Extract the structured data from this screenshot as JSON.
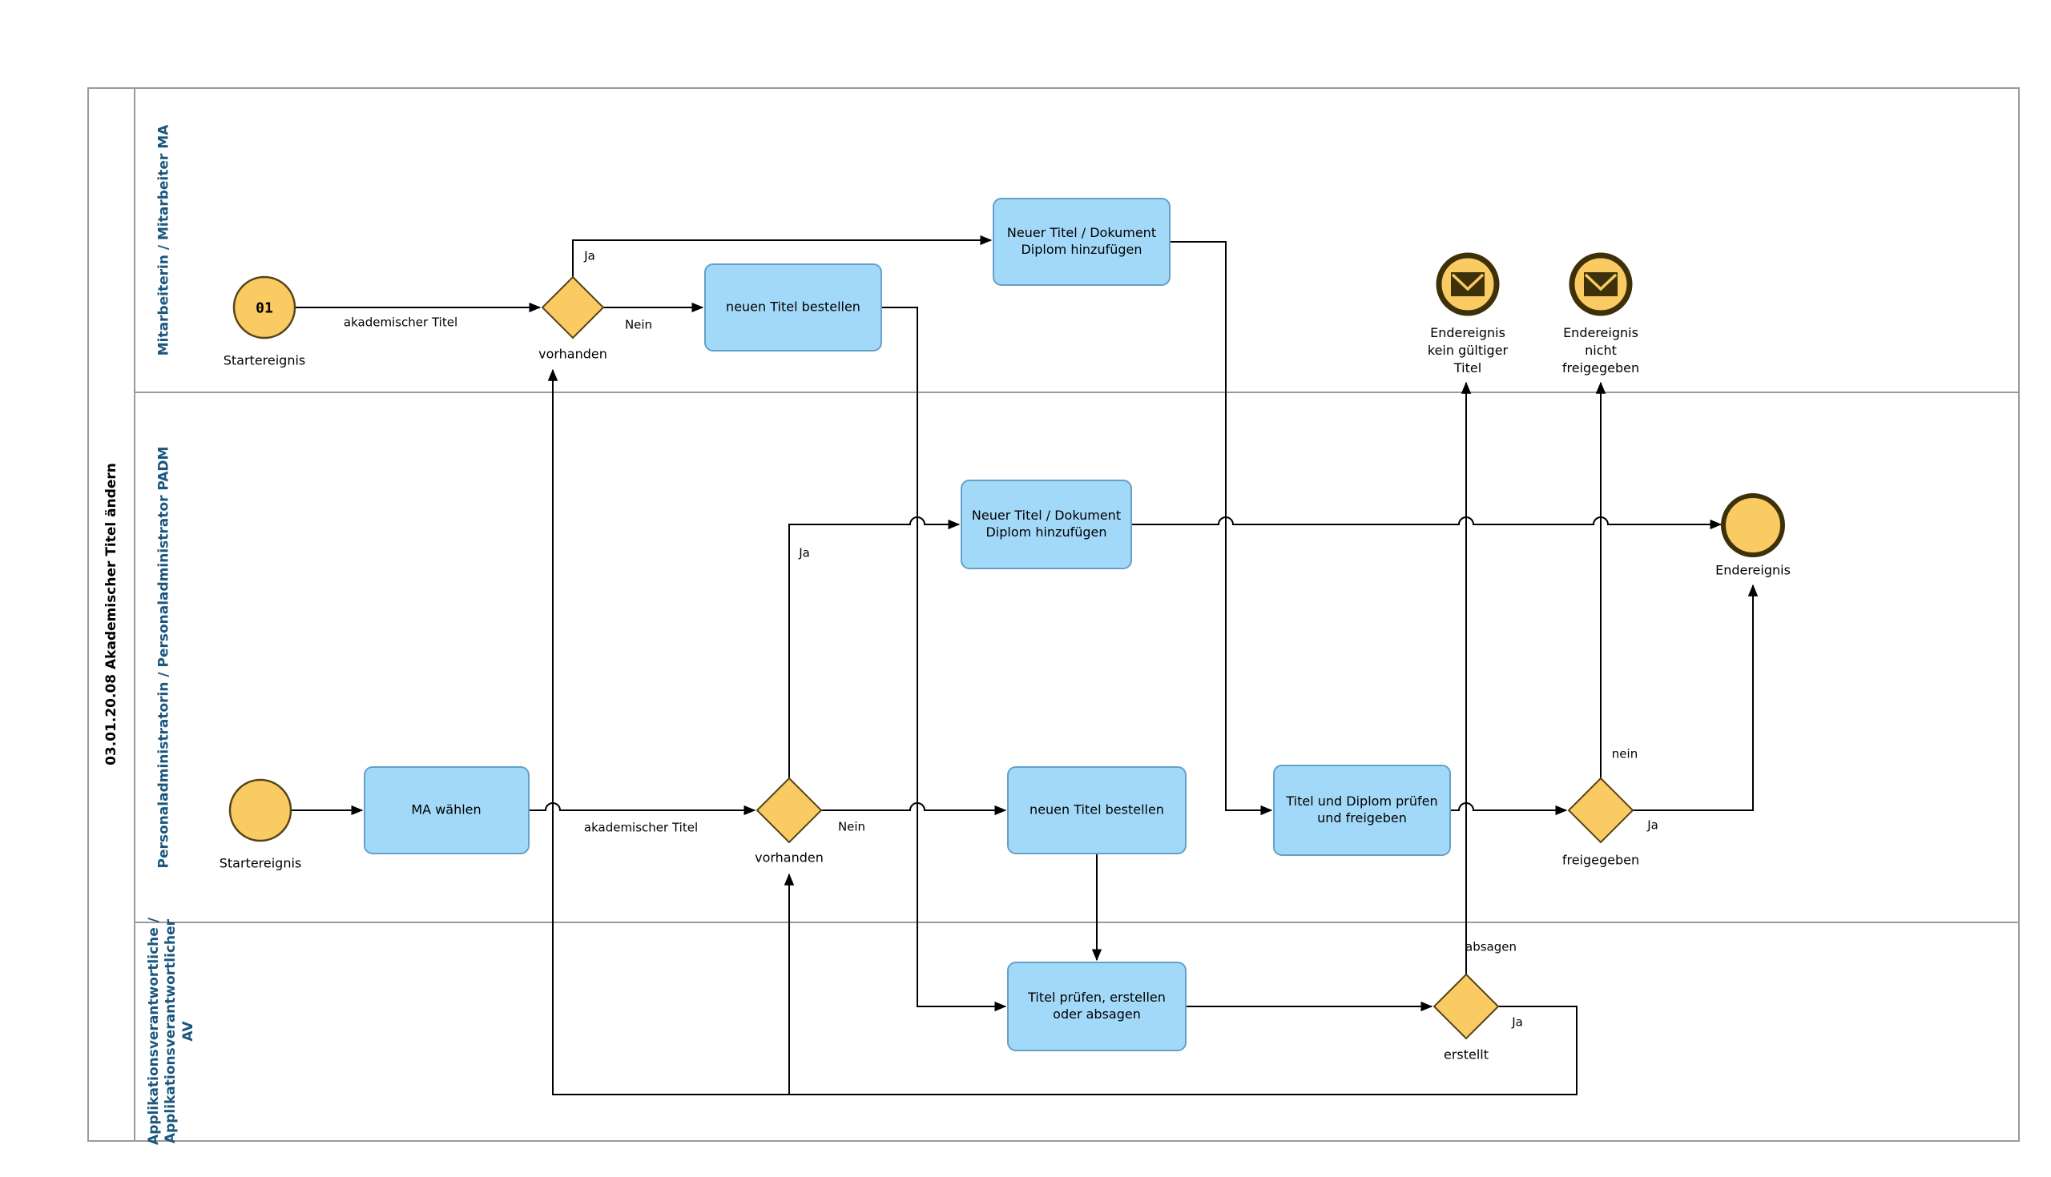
{
  "pool": {
    "title": "03.01.20.08 Akademischer Titel ändern"
  },
  "lanes": [
    {
      "label": "Mitarbeiterin / Mitarbeiter MA"
    },
    {
      "label": "Personaladministratorin / Personaladministrator PADM"
    },
    {
      "label": "Applikationsverantwortliche /\nApplikationsverantwortlicher\nAV"
    }
  ],
  "nodes": {
    "start_ma": {
      "badge": "01",
      "label": "Startereignis"
    },
    "gw_vorhanden_ma": {
      "label": "vorhanden"
    },
    "task_bestellen_ma": {
      "label": "neuen Titel bestellen"
    },
    "task_hinzufuegen_ma": {
      "label": "Neuer Titel / Dokument\nDiplom hinzufügen"
    },
    "end_kein_titel": {
      "label": "Endereignis\nkein gültiger\nTitel"
    },
    "end_nicht_freigegeben": {
      "label": "Endereignis\nnicht\nfreigegeben"
    },
    "start_padm": {
      "label": "Startereignis"
    },
    "task_ma_waehlen": {
      "label": "MA wählen"
    },
    "gw_vorhanden_padm": {
      "label": "vorhanden"
    },
    "task_hinzufuegen_padm": {
      "label": "Neuer Titel / Dokument\nDiplom hinzufügen"
    },
    "task_bestellen_padm": {
      "label": "neuen Titel bestellen"
    },
    "task_pruefen_freigeben": {
      "label": "Titel und Diplom prüfen\nund freigeben"
    },
    "gw_freigegeben": {
      "label": "freigegeben"
    },
    "end_endereignis": {
      "label": "Endereignis"
    },
    "task_pruefen_erstellen": {
      "label": "Titel prüfen, erstellen\noder absagen"
    },
    "gw_erstellt": {
      "label": "erstellt"
    }
  },
  "edge_labels": {
    "akad_titel_ma": "akademischer Titel",
    "ja_vorhanden_ma": "Ja",
    "nein_vorhanden_ma": "Nein",
    "akad_titel_padm": "akademischer Titel",
    "ja_vorhanden_padm": "Ja",
    "nein_vorhanden_padm": "Nein",
    "nein_freigegeben": "nein",
    "ja_freigegeben": "Ja",
    "absagen_erstellt": "absagen",
    "ja_erstellt": "Ja"
  },
  "colors": {
    "task_fill": "#A3D9F8",
    "task_stroke": "#64A0C8",
    "event_fill": "#FACB62",
    "event_stroke": "#55431A",
    "message_stroke": "#3E3109",
    "lane_label": "#1B567E",
    "flow": "#000000",
    "frame": "#9A9A9A"
  }
}
